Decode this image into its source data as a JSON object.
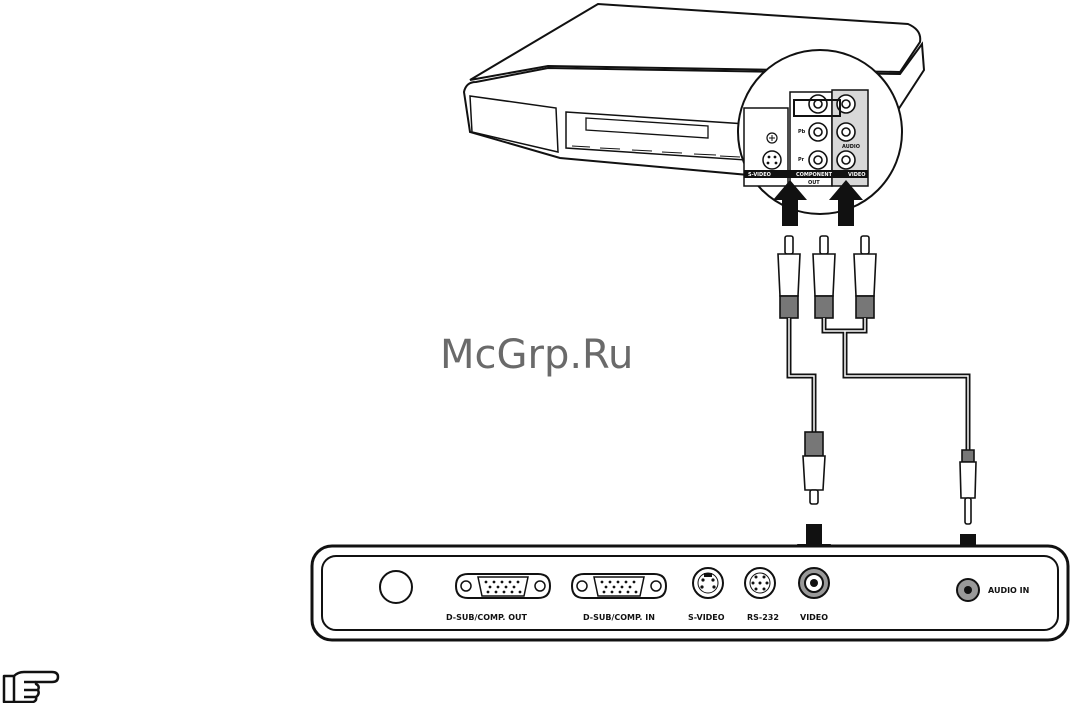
{
  "watermark": "McGrp.Ru",
  "dvd_player": {
    "panel_labels": {
      "s_video": "S-VIDEO",
      "component": "COMPONENT",
      "out": "OUT",
      "audio": "AUDIO",
      "video": "VIDEO",
      "pb": "Pb",
      "pr": "Pr"
    }
  },
  "projector_panel": {
    "ports": [
      {
        "label": "D-SUB/COMP. OUT"
      },
      {
        "label": "D-SUB/COMP. IN"
      },
      {
        "label": "S-VIDEO"
      },
      {
        "label": "RS-232"
      },
      {
        "label": "VIDEO"
      },
      {
        "label": "AUDIO IN"
      }
    ]
  },
  "icons": {
    "note": "pointing-hand-icon"
  }
}
